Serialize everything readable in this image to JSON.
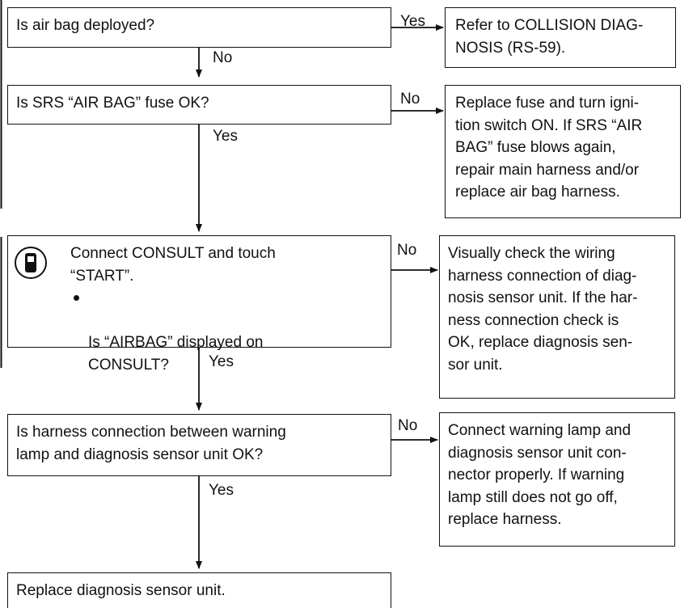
{
  "flowchart": {
    "q1": {
      "text": "Is air bag deployed?"
    },
    "a1": {
      "text": "Refer to COLLISION DIAG-\nNOSIS (RS-59)."
    },
    "q2": {
      "text": "Is SRS “AIR BAG” fuse OK?"
    },
    "a2": {
      "text": "Replace fuse and turn igni-\ntion switch ON. If SRS “AIR\nBAG” fuse blows again,\nrepair main harness and/or\nreplace air bag harness."
    },
    "q3": {
      "text": "Connect CONSULT and touch\n“START”.",
      "bullet": "Is “AIRBAG” displayed on\nCONSULT?",
      "icon": "consult-tester-icon"
    },
    "a3": {
      "text": "Visually check the wiring\nharness connection of diag-\nnosis sensor unit. If the har-\nness connection check is\nOK, replace diagnosis sen-\nsor unit."
    },
    "q4": {
      "text": "Is harness connection between warning\nlamp and diagnosis sensor unit OK?"
    },
    "a4": {
      "text": "Connect warning lamp and\ndiagnosis sensor unit con-\nnector properly. If warning\nlamp still does not go off,\nreplace harness."
    },
    "end": {
      "text": "Replace diagnosis sensor unit."
    },
    "labels": {
      "q1_yes": "Yes",
      "q1_no": "No",
      "q2_no": "No",
      "q2_yes": "Yes",
      "q3_no": "No",
      "q3_yes": "Yes",
      "q4_no": "No",
      "q4_yes": "Yes"
    }
  }
}
